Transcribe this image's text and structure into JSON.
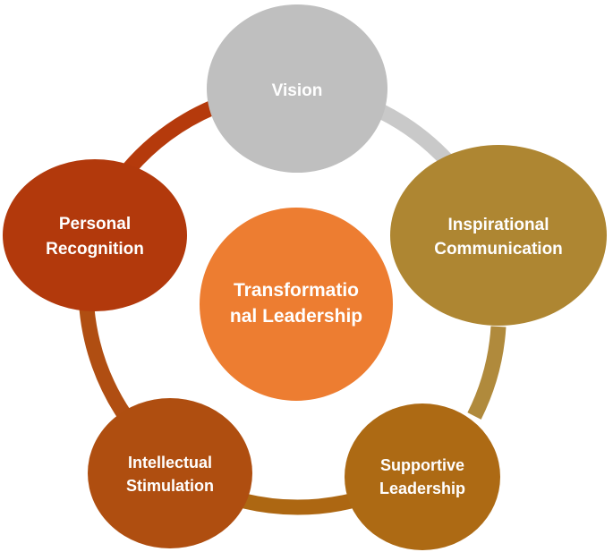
{
  "diagram": {
    "center": {
      "line1": "Transformatio",
      "line2": "nal Leadership",
      "color": "#ED7D31"
    },
    "nodes": [
      {
        "id": "vision",
        "line1": "Vision",
        "line2": "",
        "color": "#BFBFBF"
      },
      {
        "id": "inspirational-communication",
        "line1": "Inspirational",
        "line2": "Communication",
        "color": "#AE8632"
      },
      {
        "id": "supportive-leadership",
        "line1": "Supportive",
        "line2": "Leadership",
        "color": "#AD6A14"
      },
      {
        "id": "intellectual-stimulation",
        "line1": "Intellectual",
        "line2": "Stimulation",
        "color": "#AF4E10"
      },
      {
        "id": "personal-recognition",
        "line1": "Personal",
        "line2": "Recognition",
        "color": "#B2390C"
      }
    ]
  }
}
